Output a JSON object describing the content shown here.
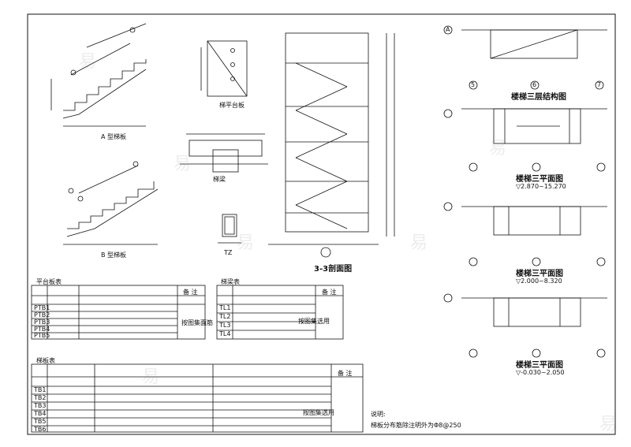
{
  "titles": {
    "stair_a": "A 型梯板",
    "stair_b": "B 型梯板",
    "landing_slab": "梯平台板",
    "beam": "梯梁",
    "column": "TZ",
    "section": "3-3剖面图",
    "plan_3_structure": "楼梯三层结构图",
    "plan_3a": "楼梯三平面图",
    "plan_3a_levels": "▽2.870~15.270",
    "plan_3b": "楼梯三平面图",
    "plan_3b_levels": "▽2.000~8.320",
    "plan_3c": "楼梯三平面图",
    "plan_3c_levels": "▽-0.030~2.050"
  },
  "axes": {
    "A": "A",
    "n5": "5",
    "n6": "6",
    "n7": "7"
  },
  "tables": {
    "platform": {
      "title": "平台板表",
      "note_header": "备 注",
      "note": "按图集面筋",
      "rows": [
        "PTB1",
        "PTB2",
        "PTB3",
        "PTB4",
        "PTB5"
      ]
    },
    "beam": {
      "title": "梯梁表",
      "note_header": "备 注",
      "note": "按图集选用",
      "rows": [
        "TL1",
        "TL2",
        "TL3",
        "TL4"
      ]
    },
    "stair": {
      "title": "梯板表",
      "note_header": "备 注",
      "note": "按图集选用",
      "rows": [
        "TB1",
        "TB2",
        "TB3",
        "TB4",
        "TB5",
        "TB6"
      ]
    }
  },
  "notes": {
    "heading": "说明:",
    "line1": "梯板分布筋除注明外为Φ8@250"
  },
  "watermark": "易"
}
